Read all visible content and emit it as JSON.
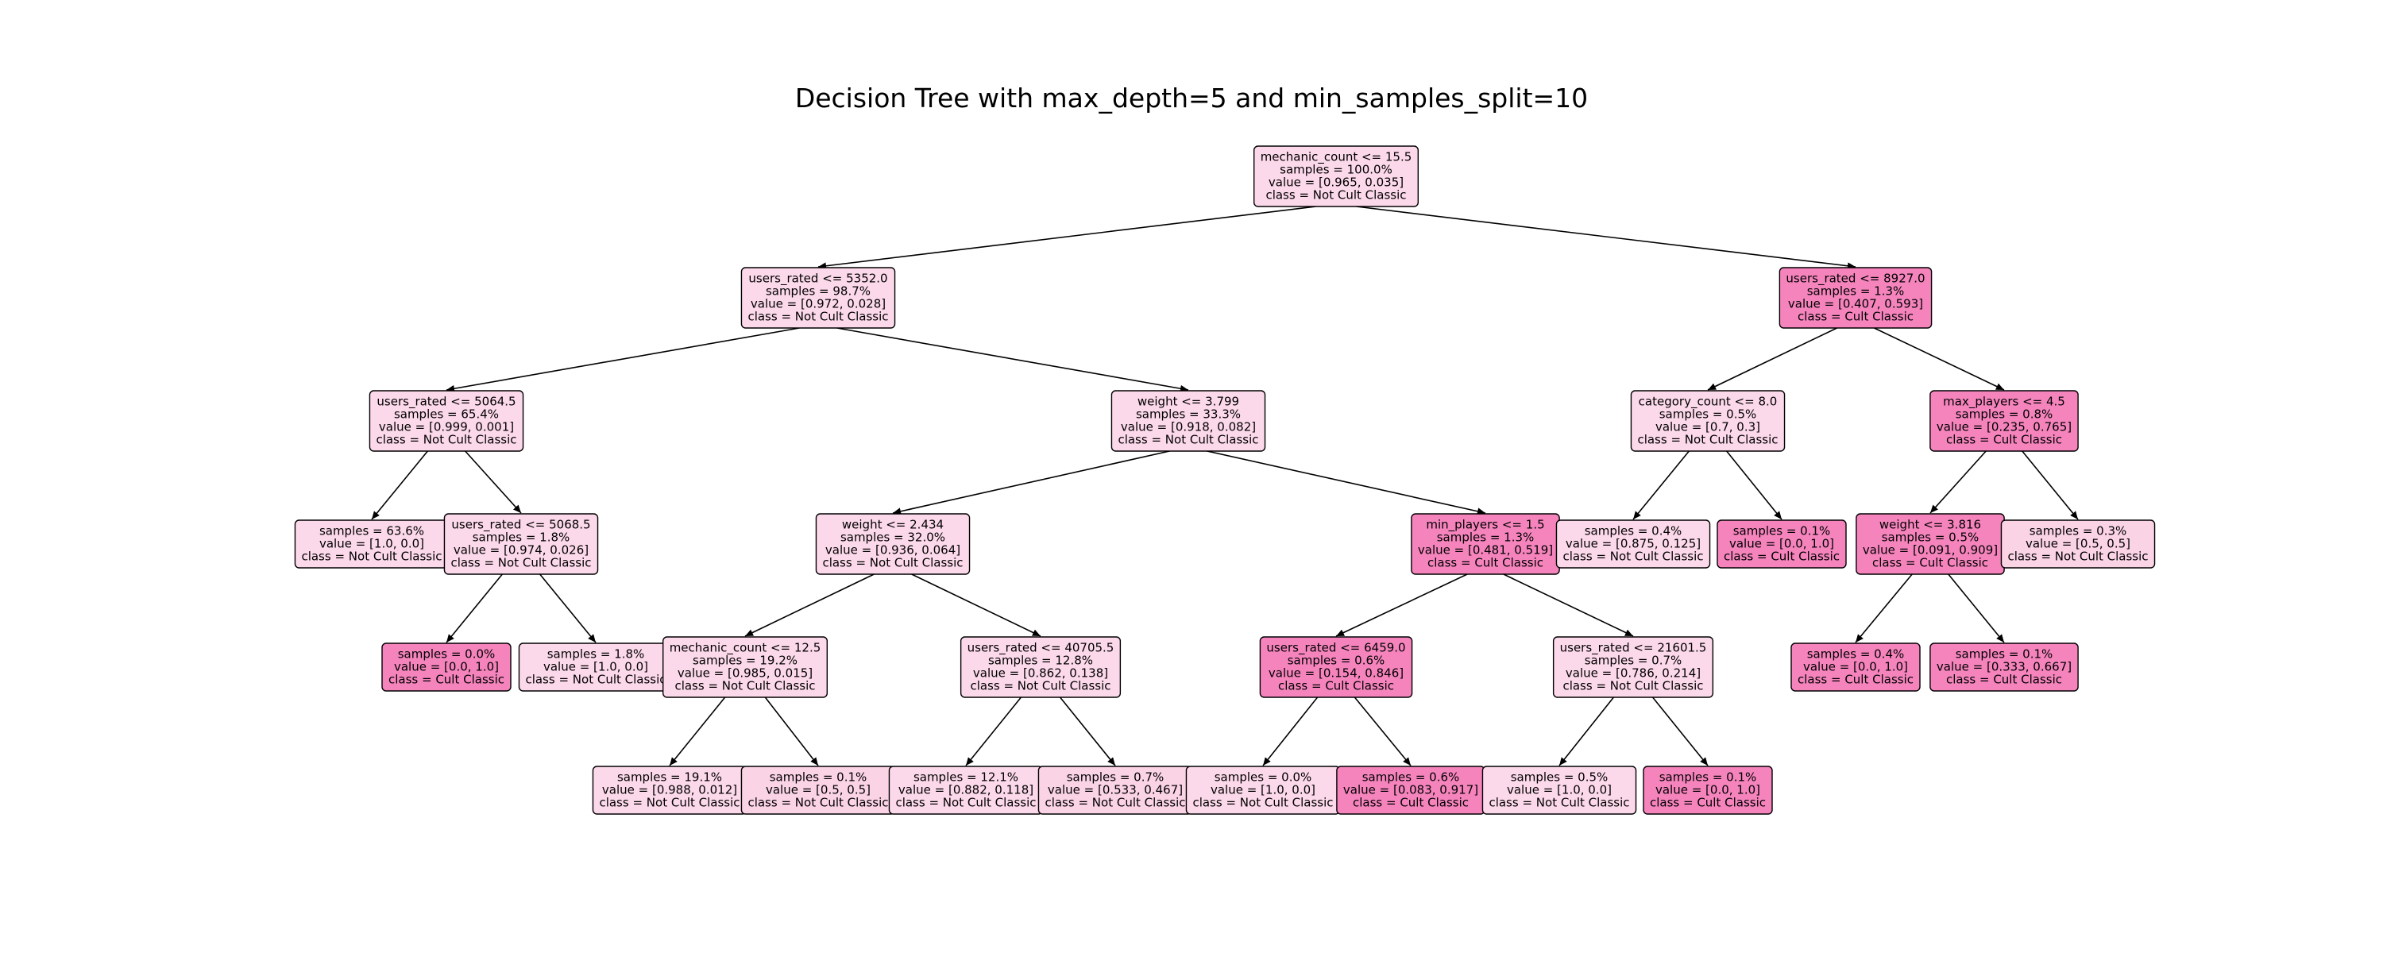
{
  "title": "Decision Tree with max_depth=5 and min_samples_split=10",
  "colors": {
    "background": "#ffffff",
    "not_cult_light": "#fcd9ea",
    "not_cult_pale": "#fad3e5",
    "cult_light": "#f9b5d5",
    "cult_strong": "#f584bd",
    "edge": "#000000"
  },
  "nodes": [
    {
      "id": "n0",
      "parent": null,
      "lines": [
        "mechanic_count <= 15.5",
        "samples = 100.0%",
        "value = [0.965, 0.035]",
        "class = Not Cult Classic"
      ],
      "class": "Not Cult Classic",
      "fill": "not_cult_light"
    },
    {
      "id": "n1",
      "parent": "n0",
      "lines": [
        "users_rated <= 5352.0",
        "samples = 98.7%",
        "value = [0.972, 0.028]",
        "class = Not Cult Classic"
      ],
      "class": "Not Cult Classic",
      "fill": "not_cult_light"
    },
    {
      "id": "n2",
      "parent": "n1",
      "lines": [
        "users_rated <= 5064.5",
        "samples = 65.4%",
        "value = [0.999, 0.001]",
        "class = Not Cult Classic"
      ],
      "class": "Not Cult Classic",
      "fill": "not_cult_light"
    },
    {
      "id": "n3",
      "parent": "n2",
      "lines": [
        "samples = 63.6%",
        "value = [1.0, 0.0]",
        "class = Not Cult Classic"
      ],
      "class": "Not Cult Classic",
      "fill": "not_cult_light"
    },
    {
      "id": "n4",
      "parent": "n2",
      "lines": [
        "users_rated <= 5068.5",
        "samples = 1.8%",
        "value = [0.974, 0.026]",
        "class = Not Cult Classic"
      ],
      "class": "Not Cult Classic",
      "fill": "not_cult_light"
    },
    {
      "id": "n5",
      "parent": "n4",
      "lines": [
        "samples = 0.0%",
        "value = [0.0, 1.0]",
        "class = Cult Classic"
      ],
      "class": "Cult Classic",
      "fill": "cult_strong"
    },
    {
      "id": "n6",
      "parent": "n4",
      "lines": [
        "samples = 1.8%",
        "value = [1.0, 0.0]",
        "class = Not Cult Classic"
      ],
      "class": "Not Cult Classic",
      "fill": "not_cult_light"
    },
    {
      "id": "n7",
      "parent": "n1",
      "lines": [
        "weight <= 3.799",
        "samples = 33.3%",
        "value = [0.918, 0.082]",
        "class = Not Cult Classic"
      ],
      "class": "Not Cult Classic",
      "fill": "not_cult_light"
    },
    {
      "id": "n8",
      "parent": "n7",
      "lines": [
        "weight <= 2.434",
        "samples = 32.0%",
        "value = [0.936, 0.064]",
        "class = Not Cult Classic"
      ],
      "class": "Not Cult Classic",
      "fill": "not_cult_light"
    },
    {
      "id": "n9",
      "parent": "n8",
      "lines": [
        "mechanic_count <= 12.5",
        "samples = 19.2%",
        "value = [0.985, 0.015]",
        "class = Not Cult Classic"
      ],
      "class": "Not Cult Classic",
      "fill": "not_cult_light"
    },
    {
      "id": "n10",
      "parent": "n9",
      "lines": [
        "samples = 19.1%",
        "value = [0.988, 0.012]",
        "class = Not Cult Classic"
      ],
      "class": "Not Cult Classic",
      "fill": "not_cult_light"
    },
    {
      "id": "n11",
      "parent": "n9",
      "lines": [
        "samples = 0.1%",
        "value = [0.5, 0.5]",
        "class = Not Cult Classic"
      ],
      "class": "Not Cult Classic",
      "fill": "not_cult_pale"
    },
    {
      "id": "n12",
      "parent": "n8",
      "lines": [
        "users_rated <= 40705.5",
        "samples = 12.8%",
        "value = [0.862, 0.138]",
        "class = Not Cult Classic"
      ],
      "class": "Not Cult Classic",
      "fill": "not_cult_light"
    },
    {
      "id": "n13",
      "parent": "n12",
      "lines": [
        "samples = 12.1%",
        "value = [0.882, 0.118]",
        "class = Not Cult Classic"
      ],
      "class": "Not Cult Classic",
      "fill": "not_cult_light"
    },
    {
      "id": "n14",
      "parent": "n12",
      "lines": [
        "samples = 0.7%",
        "value = [0.533, 0.467]",
        "class = Not Cult Classic"
      ],
      "class": "Not Cult Classic",
      "fill": "not_cult_pale"
    },
    {
      "id": "n15",
      "parent": "n7",
      "lines": [
        "min_players <= 1.5",
        "samples = 1.3%",
        "value = [0.481, 0.519]",
        "class = Cult Classic"
      ],
      "class": "Cult Classic",
      "fill": "cult_strong"
    },
    {
      "id": "n16",
      "parent": "n15",
      "lines": [
        "users_rated <= 6459.0",
        "samples = 0.6%",
        "value = [0.154, 0.846]",
        "class = Cult Classic"
      ],
      "class": "Cult Classic",
      "fill": "cult_strong"
    },
    {
      "id": "n17",
      "parent": "n16",
      "lines": [
        "samples = 0.0%",
        "value = [1.0, 0.0]",
        "class = Not Cult Classic"
      ],
      "class": "Not Cult Classic",
      "fill": "not_cult_light"
    },
    {
      "id": "n18",
      "parent": "n16",
      "lines": [
        "samples = 0.6%",
        "value = [0.083, 0.917]",
        "class = Cult Classic"
      ],
      "class": "Cult Classic",
      "fill": "cult_strong"
    },
    {
      "id": "n19",
      "parent": "n15",
      "lines": [
        "users_rated <= 21601.5",
        "samples = 0.7%",
        "value = [0.786, 0.214]",
        "class = Not Cult Classic"
      ],
      "class": "Not Cult Classic",
      "fill": "not_cult_light"
    },
    {
      "id": "n20",
      "parent": "n19",
      "lines": [
        "samples = 0.5%",
        "value = [1.0, 0.0]",
        "class = Not Cult Classic"
      ],
      "class": "Not Cult Classic",
      "fill": "not_cult_light"
    },
    {
      "id": "n21",
      "parent": "n19",
      "lines": [
        "samples = 0.1%",
        "value = [0.0, 1.0]",
        "class = Cult Classic"
      ],
      "class": "Cult Classic",
      "fill": "cult_strong"
    },
    {
      "id": "n22",
      "parent": "n0",
      "lines": [
        "users_rated <= 8927.0",
        "samples = 1.3%",
        "value = [0.407, 0.593]",
        "class = Cult Classic"
      ],
      "class": "Cult Classic",
      "fill": "cult_strong"
    },
    {
      "id": "n23",
      "parent": "n22",
      "lines": [
        "category_count <= 8.0",
        "samples = 0.5%",
        "value = [0.7, 0.3]",
        "class = Not Cult Classic"
      ],
      "class": "Not Cult Classic",
      "fill": "not_cult_light"
    },
    {
      "id": "n24",
      "parent": "n23",
      "lines": [
        "samples = 0.4%",
        "value = [0.875, 0.125]",
        "class = Not Cult Classic"
      ],
      "class": "Not Cult Classic",
      "fill": "not_cult_light"
    },
    {
      "id": "n25",
      "parent": "n23",
      "lines": [
        "samples = 0.1%",
        "value = [0.0, 1.0]",
        "class = Cult Classic"
      ],
      "class": "Cult Classic",
      "fill": "cult_strong"
    },
    {
      "id": "n26",
      "parent": "n22",
      "lines": [
        "max_players <= 4.5",
        "samples = 0.8%",
        "value = [0.235, 0.765]",
        "class = Cult Classic"
      ],
      "class": "Cult Classic",
      "fill": "cult_strong"
    },
    {
      "id": "n27",
      "parent": "n26",
      "lines": [
        "weight <= 3.816",
        "samples = 0.5%",
        "value = [0.091, 0.909]",
        "class = Cult Classic"
      ],
      "class": "Cult Classic",
      "fill": "cult_strong"
    },
    {
      "id": "n28",
      "parent": "n27",
      "lines": [
        "samples = 0.4%",
        "value = [0.0, 1.0]",
        "class = Cult Classic"
      ],
      "class": "Cult Classic",
      "fill": "cult_strong"
    },
    {
      "id": "n29",
      "parent": "n27",
      "lines": [
        "samples = 0.1%",
        "value = [0.333, 0.667]",
        "class = Cult Classic"
      ],
      "class": "Cult Classic",
      "fill": "cult_strong"
    },
    {
      "id": "n30",
      "parent": "n26",
      "lines": [
        "samples = 0.3%",
        "value = [0.5, 0.5]",
        "class = Not Cult Classic"
      ],
      "class": "Not Cult Classic",
      "fill": "not_cult_pale"
    }
  ]
}
